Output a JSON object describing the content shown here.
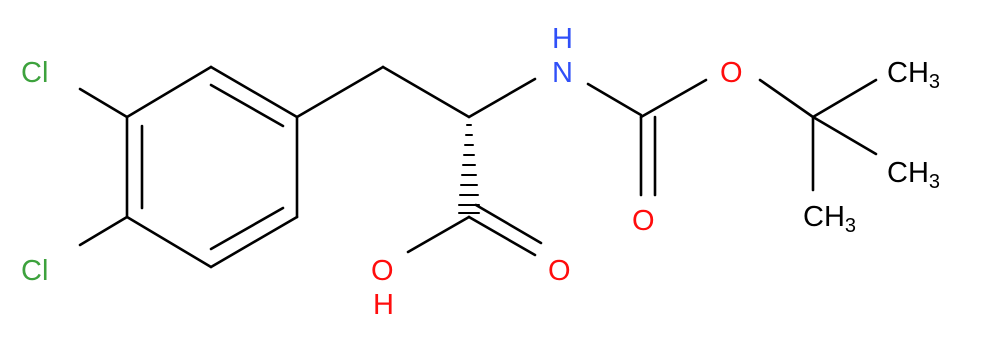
{
  "colors": {
    "bond": "#000000",
    "carbon_label": "#000000",
    "chlorine": "#3DA23D",
    "nitrogen": "#3050F8",
    "oxygen": "#FF0D0D"
  },
  "atoms": {
    "cl_upper": "Cl",
    "cl_lower": "Cl",
    "nh_h": "H",
    "nh_n": "N",
    "o_ester": "O",
    "o_carbonyl": "O",
    "o_acid_carbonyl": "O",
    "oh_o": "O",
    "oh_h": "H",
    "ch3_top_main": "CH",
    "ch3_top_sub": "3",
    "ch3_mid_main": "CH",
    "ch3_mid_sub": "3",
    "ch3_bot_main": "CH",
    "ch3_bot_sub": "3"
  }
}
